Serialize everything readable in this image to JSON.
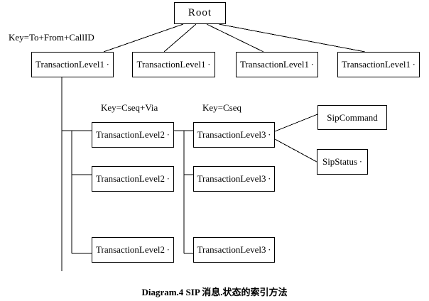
{
  "colors": {
    "ink": "#000000",
    "background": "#ffffff"
  },
  "diagram": {
    "caption": "Diagram.4 SIP 消息.状态的索引方法",
    "key_labels": {
      "level1": "Key=To+From+CallID",
      "level2": "Key=Cseq+Via",
      "level3": "Key=Cseq"
    },
    "nodes": {
      "root": "Root",
      "tl1_1": "TransactionLevel1 ·",
      "tl1_2": "TransactionLevel1 ·",
      "tl1_3": "TransactionLevel1 ·",
      "tl1_4": "TransactionLevel1 ·",
      "tl2_1": "TransactionLevel2 ·",
      "tl2_2": "TransactionLevel2 ·",
      "tl2_3": "TransactionLevel2 ·",
      "tl3_1": "TransactionLevel3 ·",
      "tl3_2": "TransactionLevel3 ·",
      "tl3_3": "TransactionLevel3 ·",
      "sip_command": "SipCommand",
      "sip_status": "SipStatus ·"
    }
  }
}
